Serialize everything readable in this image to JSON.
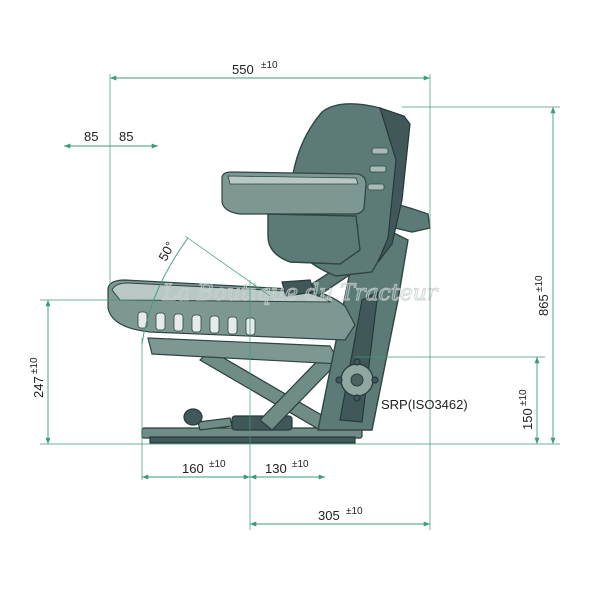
{
  "dimensions": {
    "overall_depth": {
      "value": "550",
      "tol": "±10"
    },
    "adjust_left": "85",
    "adjust_right": "85",
    "overall_height": {
      "value": "865",
      "tol": "±10"
    },
    "seat_height": {
      "value": "247",
      "tol": "±10"
    },
    "srp_height": {
      "value": "150",
      "tol": "±10"
    },
    "fore_aft_front": {
      "value": "160",
      "tol": "±10"
    },
    "fore_aft_rear": {
      "value": "130",
      "tol": "±10"
    },
    "srp_depth": {
      "value": "305",
      "tol": "±10"
    },
    "backrest_angle": "50°"
  },
  "labels": {
    "srp": "SRP(ISO3462)"
  },
  "watermark": "La Boutique du Tracteur",
  "colors": {
    "dimension_line": "#3f9a78",
    "seat_body": "#5d7b76",
    "outline": "#2f4642"
  }
}
